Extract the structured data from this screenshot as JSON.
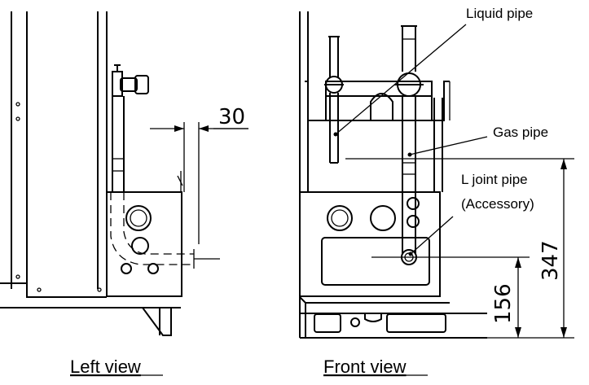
{
  "labels": {
    "liquid_pipe": "Liquid pipe",
    "gas_pipe": "Gas pipe",
    "l_joint_line1": "L joint pipe",
    "l_joint_line2": "(Accessory)"
  },
  "dimensions": {
    "clearance": "30",
    "height_total": "347",
    "height_lower": "156"
  },
  "captions": {
    "left_view": "Left view",
    "front_view": "Front view"
  }
}
